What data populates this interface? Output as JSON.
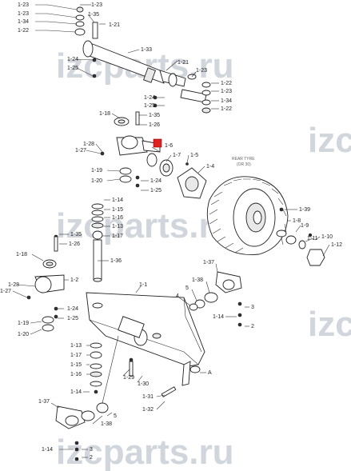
{
  "watermark": "izcparts.ru",
  "tyre_note": [
    "REAR TYRE",
    "(OR 30)"
  ],
  "labels": {
    "l_1_23a": "1-23",
    "l_1_35a": "1-35",
    "l_1_23b": "1-23",
    "l_1_34a": "1-34",
    "l_1_21a": "1-21",
    "l_1_22a": "1-22",
    "l_1_33": "1-33",
    "l_1_24a": "1-24",
    "l_1_21b": "1-21",
    "l_1_25a": "1-25",
    "l_1_23c": "1-23",
    "l_1_22b": "1-22",
    "l_1_24b": "1-24",
    "l_1_23d": "1-23",
    "l_1_25b": "1-25",
    "l_1_34b": "1-34",
    "l_1_22c": "1-22",
    "l_1_18a": "1-18",
    "l_1_35b": "1-35",
    "l_1_26a": "1-26",
    "l_1_6": "1-6",
    "l_1_28a": "1-28",
    "l_1_27a": "1-27",
    "l_1_7": "1-7",
    "l_1_5": "1-5",
    "l_1_4": "1-4",
    "l_1_19a": "1-19",
    "l_1_20a": "1-20",
    "l_1_24c": "1-24",
    "l_1_25c": "1-25",
    "l_1_14a": "1-14",
    "l_1_15a": "1-15",
    "l_1_16a": "1-16",
    "l_1_13a": "1-13",
    "l_1_17a": "1-17",
    "l_1_39": "1-39",
    "l_1_8": "1-8",
    "l_1_9": "1-9",
    "l_1_11": "1-11",
    "l_1_12": "1-12",
    "l_1_10": "1-10",
    "l_1_35c": "1-35",
    "l_1_26b": "1-26",
    "l_1_18b": "1-18",
    "l_1_36": "1-36",
    "l_1_2": "1-2",
    "l_1_37a": "1-37",
    "l_1_28b": "1-28",
    "l_1_27b": "1-27",
    "l_1_1": "1-1",
    "l_1_38a": "1-38",
    "l_5a": "5",
    "l_4": "4",
    "l_1_24d": "1-24",
    "l_1_25d": "1-25",
    "l_3a": "3",
    "l_1_14b": "1-14",
    "l_2a": "2",
    "l_1_19b": "1-19",
    "l_1_20b": "1-20",
    "l_1_13b": "1-13",
    "l_1_17b": "1-17",
    "l_1_15b": "1-15",
    "l_1_16b": "1-16",
    "l_1_29": "1-29",
    "l_1_30": "1-30",
    "l_A": "A",
    "l_1_14c": "1-14",
    "l_1_31": "1-31",
    "l_1_32": "1-32",
    "l_1_37b": "1-37",
    "l_1_38b": "1-38",
    "l_5b": "5",
    "l_1_14d": "1-14",
    "l_3b": "3",
    "l_2b": "2"
  }
}
